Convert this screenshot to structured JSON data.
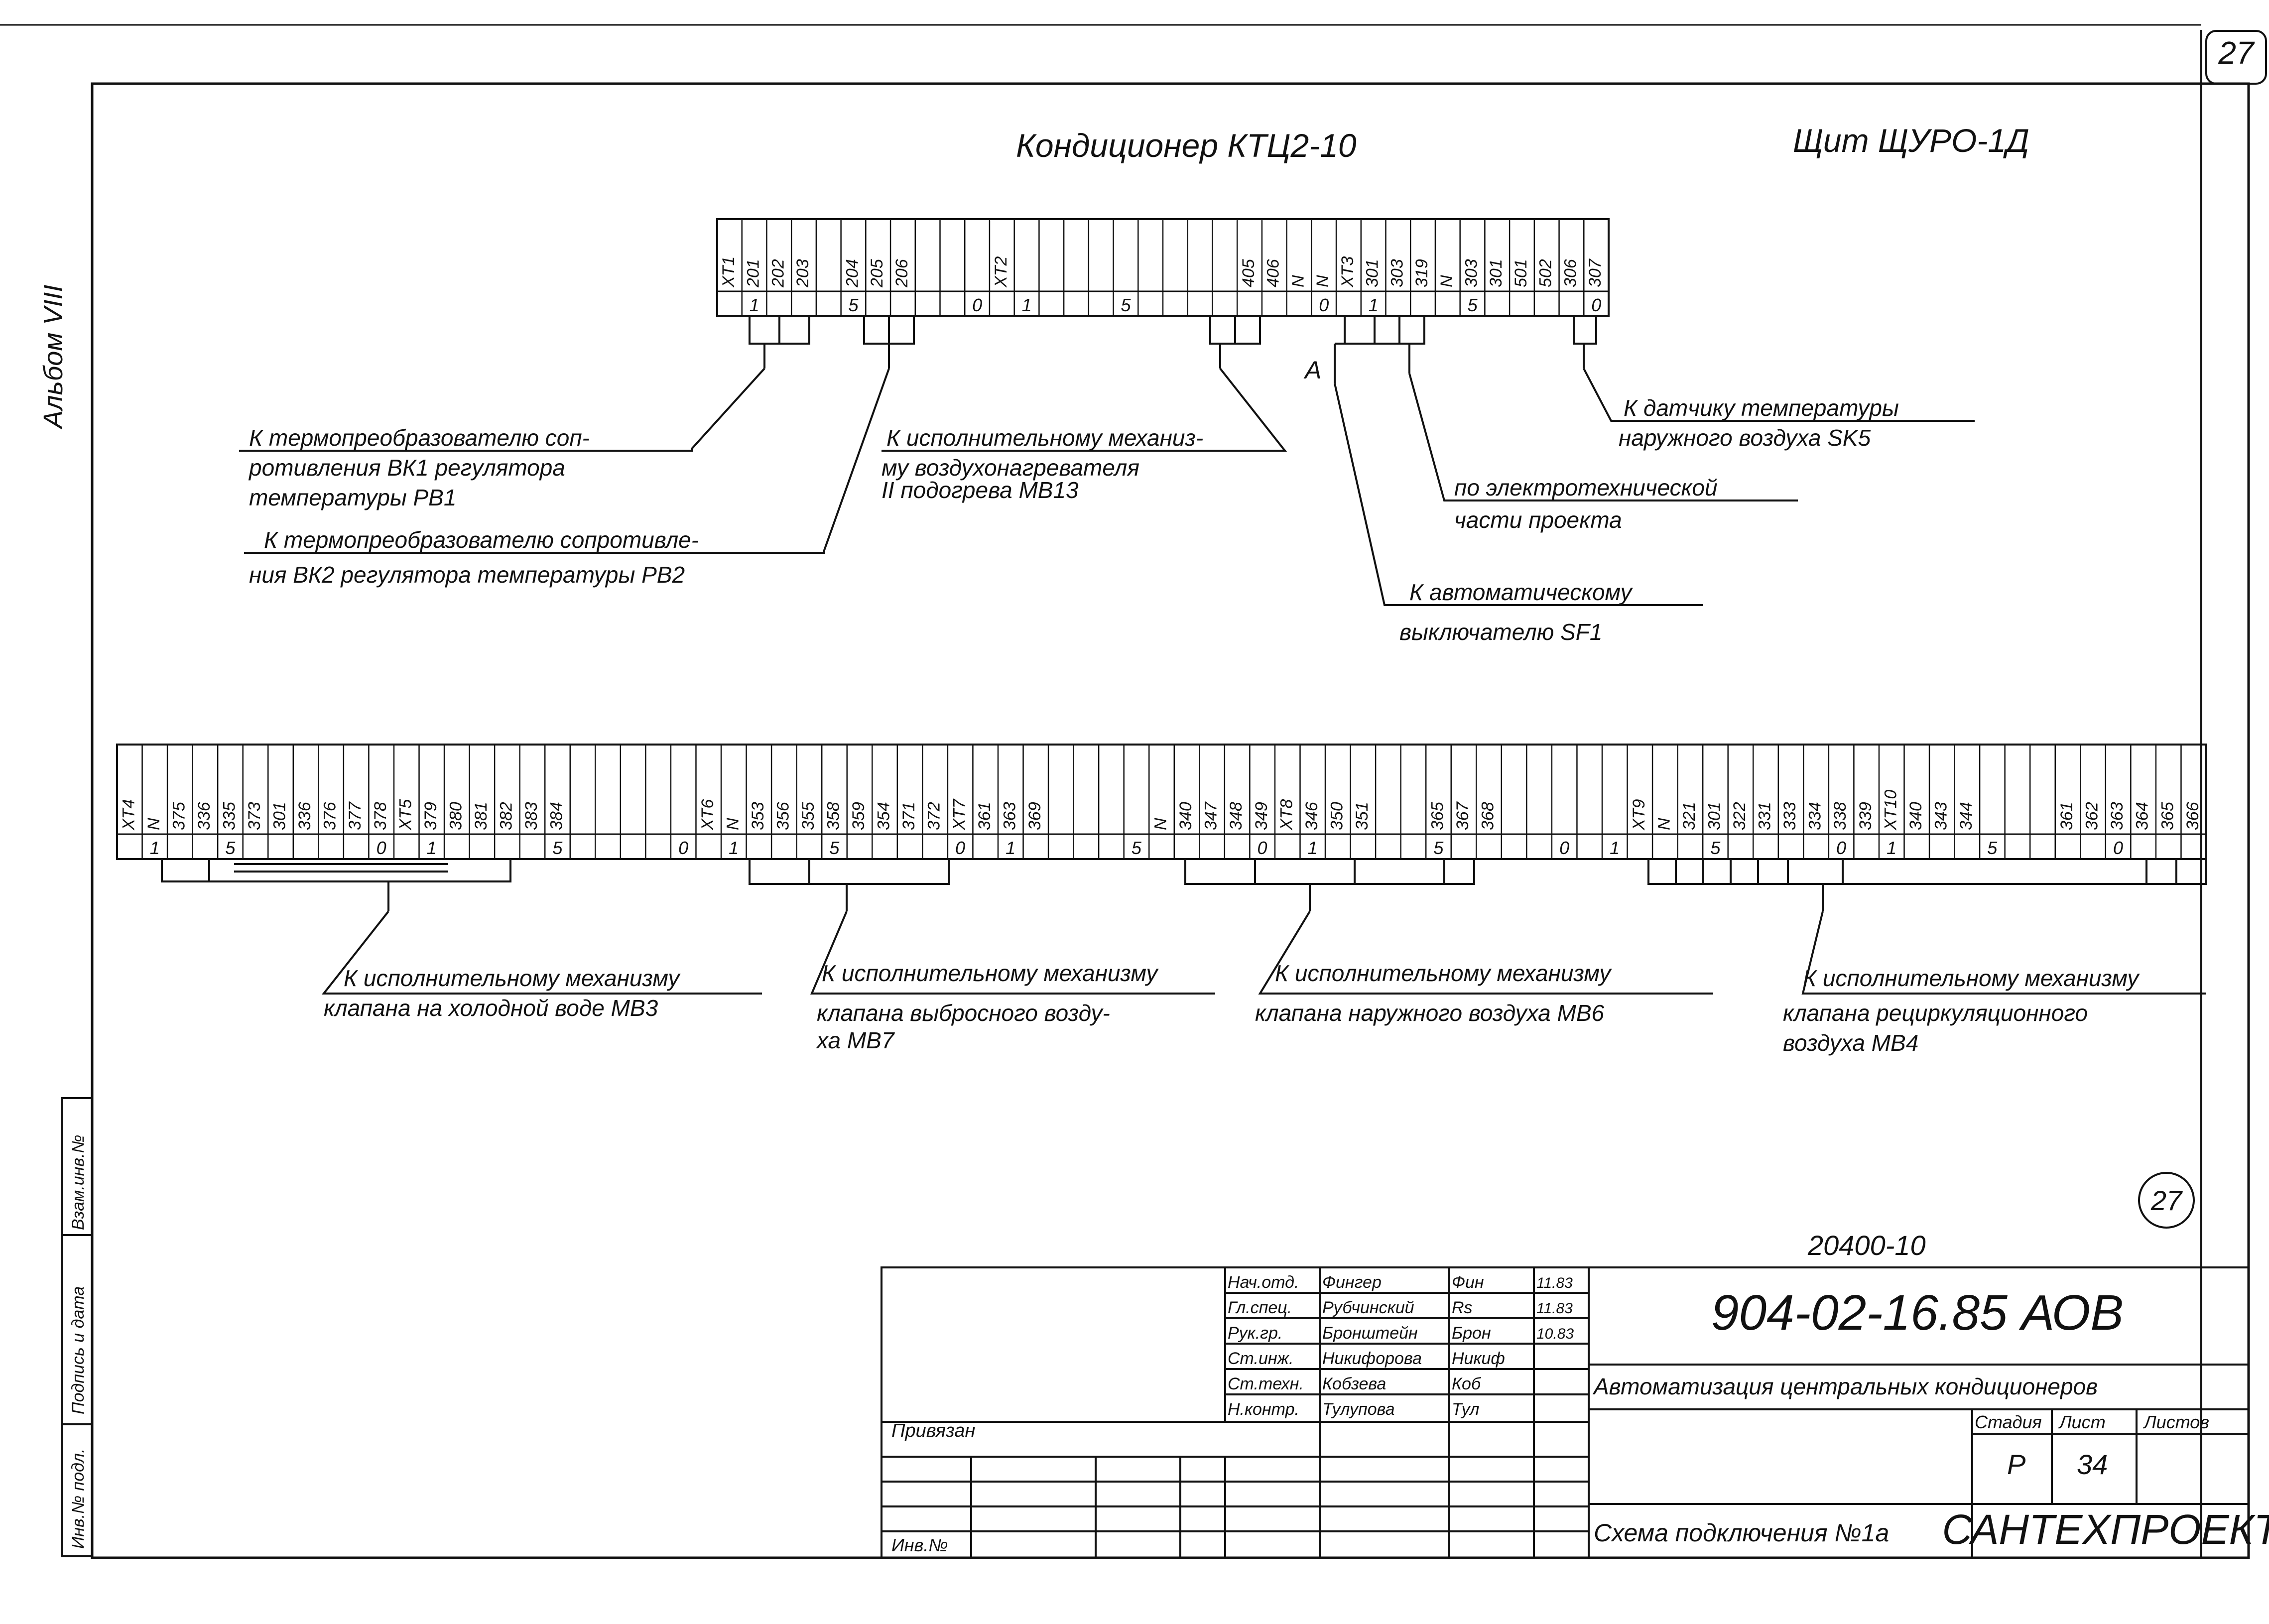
{
  "sheet_corner_number": "27",
  "side_album_label": "Альбом VIII",
  "title_unit": "Кондиционер КТЦ2-10",
  "title_panel": "Щит ЩУРО-1Д",
  "marker_a": "А",
  "top_strip": {
    "cells": [
      "ХТ1",
      "201",
      "202",
      "203",
      "",
      "204",
      "205",
      "206",
      "",
      "",
      "",
      "ХТ2",
      "",
      "",
      "",
      "",
      "",
      "",
      "",
      "",
      "",
      "405",
      "406",
      "N",
      "N",
      "ХТ3",
      "301",
      "303",
      "319",
      "N",
      "303",
      "301",
      "501",
      "502",
      "306",
      "307"
    ],
    "numbers": [
      "",
      "1",
      "",
      "",
      "",
      "5",
      "",
      "",
      "",
      "",
      "0",
      "",
      "1",
      "",
      "",
      "",
      "5",
      "",
      "",
      "",
      "",
      "",
      "",
      "",
      "0",
      "",
      "1",
      "",
      "",
      "",
      "5",
      "",
      "",
      "",
      "",
      "0"
    ]
  },
  "bottom_strip": {
    "cells": [
      "ХТ4",
      "N",
      "375",
      "336",
      "335",
      "373",
      "301",
      "336",
      "376",
      "377",
      "378",
      "ХТ5",
      "379",
      "380",
      "381",
      "382",
      "383",
      "384",
      "",
      "",
      "",
      "",
      "",
      "ХТ6",
      "N",
      "353",
      "356",
      "355",
      "358",
      "359",
      "354",
      "371",
      "372",
      "ХТ7",
      "361",
      "363",
      "369",
      "",
      "",
      "",
      "",
      "N",
      "340",
      "347",
      "348",
      "349",
      "ХТ8",
      "346",
      "350",
      "351",
      "",
      "",
      "365",
      "367",
      "368",
      "",
      "",
      "",
      "",
      "",
      "ХТ9",
      "N",
      "321",
      "301",
      "322",
      "331",
      "333",
      "334",
      "338",
      "339",
      "ХТ10",
      "340",
      "343",
      "344",
      "",
      "",
      "",
      "361",
      "362",
      "363",
      "364",
      "365",
      "366"
    ],
    "numbers": [
      "",
      "1",
      "",
      "",
      "5",
      "",
      "",
      "",
      "",
      "",
      "0",
      "",
      "1",
      "",
      "",
      "",
      "",
      "5",
      "",
      "",
      "",
      "",
      "0",
      "",
      "1",
      "",
      "",
      "",
      "5",
      "",
      "",
      "",
      "",
      "0",
      "",
      "1",
      "",
      "",
      "",
      "",
      "5",
      "",
      "",
      "",
      "",
      "0",
      "",
      "1",
      "",
      "",
      "",
      "",
      "5",
      "",
      "",
      "",
      "",
      "0",
      "",
      "1",
      "",
      "",
      "",
      "5",
      "",
      "",
      "",
      "",
      "0",
      "",
      "1",
      "",
      "",
      "",
      "5",
      "",
      "",
      "",
      "",
      "0"
    ]
  },
  "callouts_top": {
    "bk1": [
      "К термопреобразователю соп-",
      "ротивления ВК1 регулятора",
      "температуры РВ1"
    ],
    "bk2": [
      "К термопреобразователю сопротивле-",
      "ния ВК2 регулятора температуры РВ2"
    ],
    "mv13": [
      "К исполнительному механиз-",
      "му воздухонагревателя",
      "II подогрева МВ13"
    ],
    "electro": [
      "по электротехнической",
      "части проекта"
    ],
    "sf1": [
      "К автоматическому",
      "выключателю SF1"
    ],
    "sk5": [
      "К датчику температуры",
      "наружного воздуха SK5"
    ]
  },
  "callouts_bottom": {
    "mv3": [
      "К исполнительному механизму",
      "клапана на холодной воде МВ3"
    ],
    "mv7": [
      "К исполнительному механизму",
      "клапана выбросного возду-",
      "ха МВ7"
    ],
    "mv6": [
      "К исполнительному механизму",
      "клапана наружного воздуха МВ6"
    ],
    "mv4": [
      "К исполнительному механизму",
      "клапана рециркуляционного",
      "воздуха МВ4"
    ]
  },
  "circled_page": "27",
  "drawing_code": "20400-10",
  "title_block": {
    "doc_number": "904-02-16.85 АОВ",
    "project": "Автоматизация центральных кондиционеров",
    "sheet_title": "Схема подключения №1а",
    "organization": "САНТЕХПРОЕКТ",
    "attached_label": "Привязан",
    "inv_label": "Инв.№",
    "stage_header": "Стадия",
    "sheet_header": "Лист",
    "sheets_header": "Листов",
    "stage": "Р",
    "sheet": "34",
    "sheets": "",
    "staff": [
      {
        "role": "Нач.отд.",
        "name": "Фингер",
        "sign": "Фин",
        "date": "11.83"
      },
      {
        "role": "Гл.спец.",
        "name": "Рубчинский",
        "sign": "Rs",
        "date": "11.83"
      },
      {
        "role": "Рук.гр.",
        "name": "Бронштейн",
        "sign": "Брон",
        "date": "10.83"
      },
      {
        "role": "Ст.инж.",
        "name": "Никифорова",
        "sign": "Никиф",
        "date": ""
      },
      {
        "role": "Ст.техн.",
        "name": "Кобзева",
        "sign": "Коб",
        "date": ""
      },
      {
        "role": "Н.контр.",
        "name": "Тулупова",
        "sign": "Тул",
        "date": ""
      }
    ]
  },
  "left_stamp": [
    "Взам.инв.№",
    "Подпись и дата",
    "Инв.№ подл."
  ]
}
